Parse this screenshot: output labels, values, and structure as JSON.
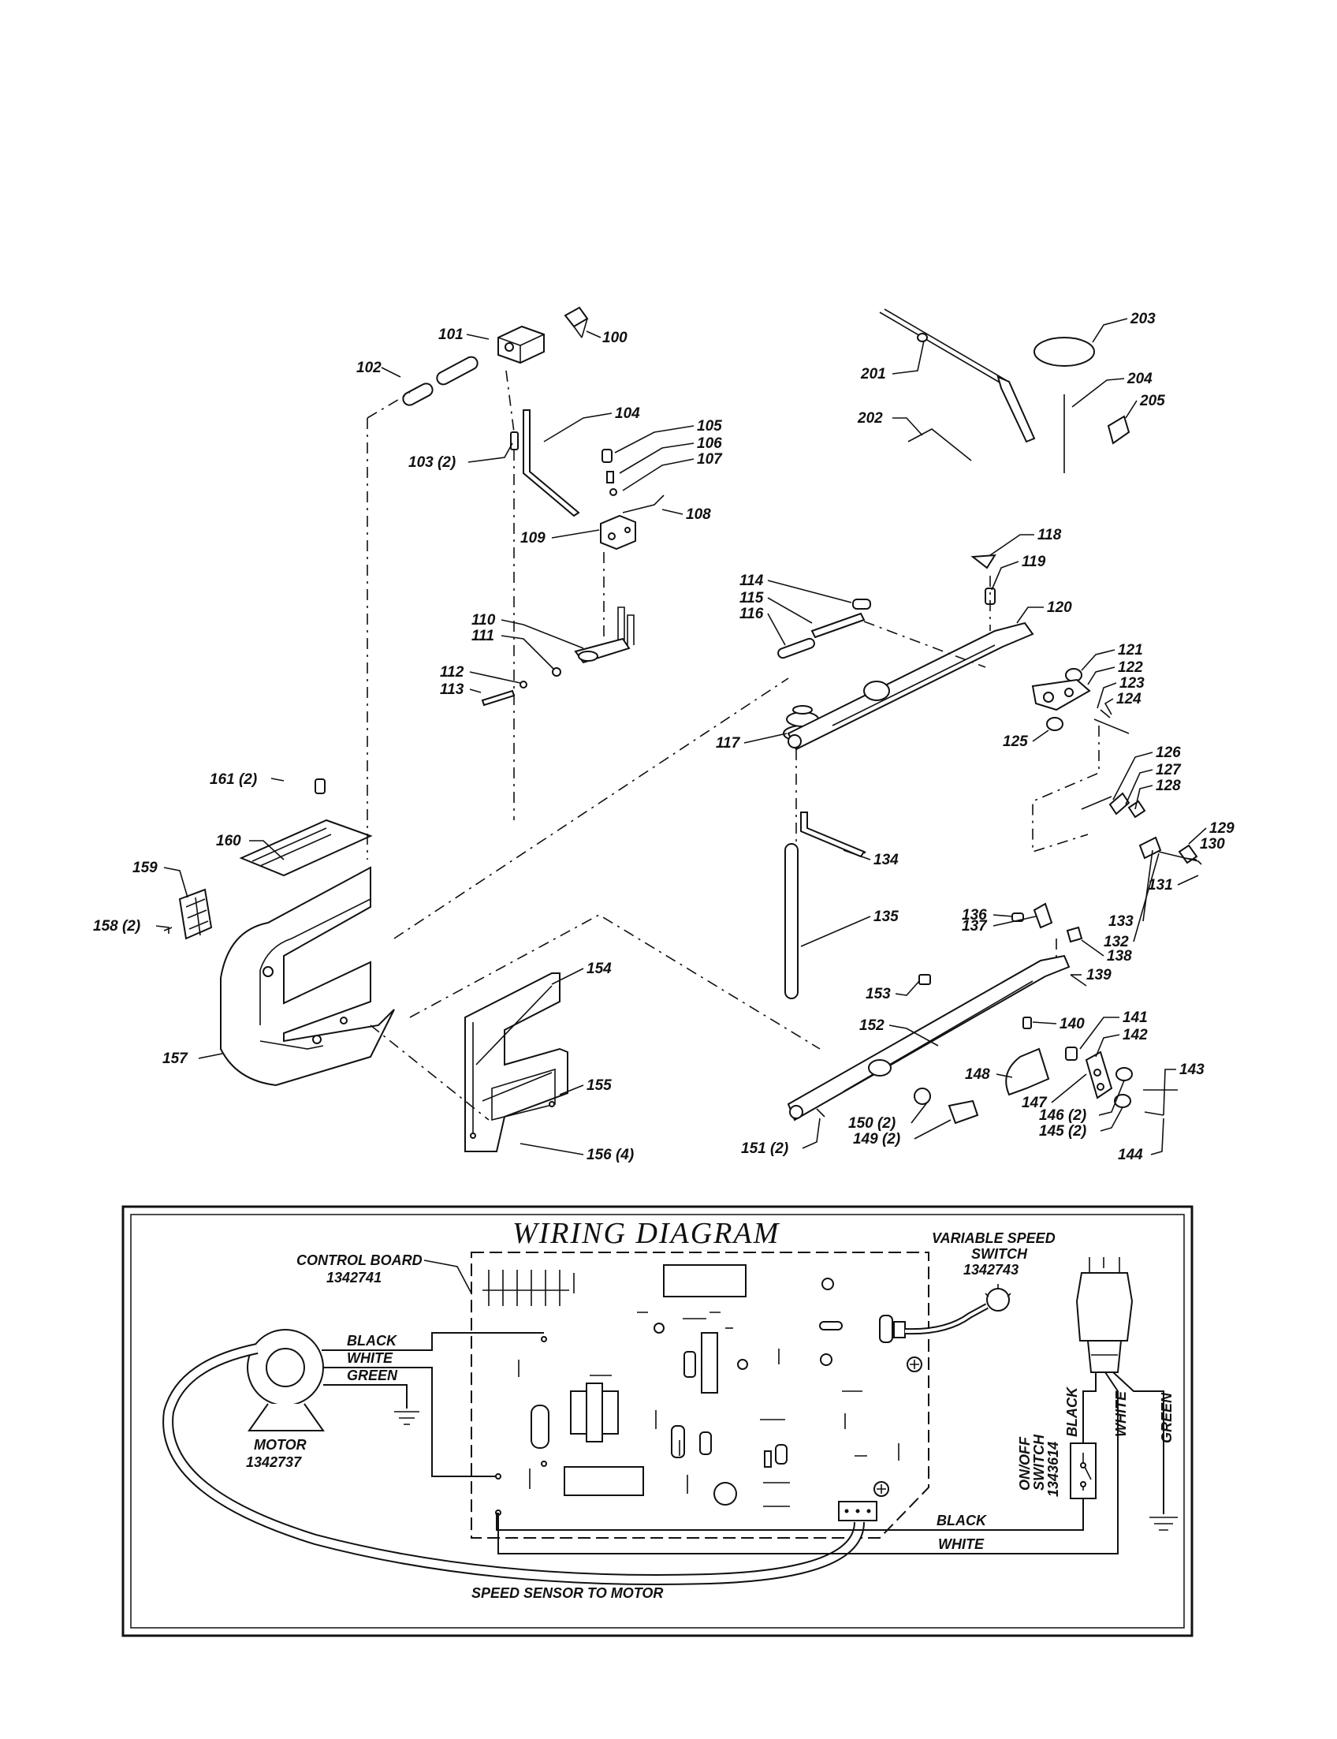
{
  "wiring": {
    "title": "WIRING DIAGRAM",
    "control_board_label": "CONTROL BOARD",
    "control_board_part": "1342741",
    "motor_label": "MOTOR",
    "motor_part": "1342737",
    "speed_switch_label_1": "VARIABLE SPEED",
    "speed_switch_label_2": "SWITCH",
    "speed_switch_part": "1342743",
    "on_off_label_1": "ON/OFF",
    "on_off_label_2": "SWITCH",
    "on_off_part": "1343614",
    "wire_black": "BLACK",
    "wire_white": "WHITE",
    "wire_green": "GREEN",
    "speed_sensor": "SPEED SENSOR TO MOTOR"
  },
  "callouts": [
    {
      "id": "c100",
      "text": "100"
    },
    {
      "id": "c101",
      "text": "101"
    },
    {
      "id": "c102",
      "text": "102"
    },
    {
      "id": "c103",
      "text": "103 (2)"
    },
    {
      "id": "c104",
      "text": "104"
    },
    {
      "id": "c105",
      "text": "105"
    },
    {
      "id": "c106",
      "text": "106"
    },
    {
      "id": "c107",
      "text": "107"
    },
    {
      "id": "c108",
      "text": "108"
    },
    {
      "id": "c109",
      "text": "109"
    },
    {
      "id": "c110",
      "text": "110"
    },
    {
      "id": "c111",
      "text": "111"
    },
    {
      "id": "c112",
      "text": "112"
    },
    {
      "id": "c113",
      "text": "113"
    },
    {
      "id": "c114",
      "text": "114"
    },
    {
      "id": "c115",
      "text": "115"
    },
    {
      "id": "c116",
      "text": "116"
    },
    {
      "id": "c117",
      "text": "117"
    },
    {
      "id": "c118",
      "text": "118"
    },
    {
      "id": "c119",
      "text": "119"
    },
    {
      "id": "c120",
      "text": "120"
    },
    {
      "id": "c121",
      "text": "121"
    },
    {
      "id": "c122",
      "text": "122"
    },
    {
      "id": "c123",
      "text": "123"
    },
    {
      "id": "c124",
      "text": "124"
    },
    {
      "id": "c125",
      "text": "125"
    },
    {
      "id": "c126",
      "text": "126"
    },
    {
      "id": "c127",
      "text": "127"
    },
    {
      "id": "c128",
      "text": "128"
    },
    {
      "id": "c129",
      "text": "129"
    },
    {
      "id": "c130",
      "text": "130"
    },
    {
      "id": "c131",
      "text": "131"
    },
    {
      "id": "c132",
      "text": "132"
    },
    {
      "id": "c133",
      "text": "133"
    },
    {
      "id": "c134",
      "text": "134"
    },
    {
      "id": "c135",
      "text": "135"
    },
    {
      "id": "c136",
      "text": "136"
    },
    {
      "id": "c137",
      "text": "137"
    },
    {
      "id": "c138",
      "text": "138"
    },
    {
      "id": "c139",
      "text": "139"
    },
    {
      "id": "c140",
      "text": "140"
    },
    {
      "id": "c141",
      "text": "141"
    },
    {
      "id": "c142",
      "text": "142"
    },
    {
      "id": "c143",
      "text": "143"
    },
    {
      "id": "c144",
      "text": "144"
    },
    {
      "id": "c145",
      "text": "145 (2)"
    },
    {
      "id": "c146",
      "text": "146 (2)"
    },
    {
      "id": "c147",
      "text": "147"
    },
    {
      "id": "c148",
      "text": "148"
    },
    {
      "id": "c149",
      "text": "149 (2)"
    },
    {
      "id": "c150",
      "text": "150 (2)"
    },
    {
      "id": "c151",
      "text": "151 (2)"
    },
    {
      "id": "c152",
      "text": "152"
    },
    {
      "id": "c153",
      "text": "153"
    },
    {
      "id": "c154",
      "text": "154"
    },
    {
      "id": "c155",
      "text": "155"
    },
    {
      "id": "c156",
      "text": "156 (4)"
    },
    {
      "id": "c157",
      "text": "157"
    },
    {
      "id": "c158",
      "text": "158 (2)"
    },
    {
      "id": "c159",
      "text": "159"
    },
    {
      "id": "c160",
      "text": "160"
    },
    {
      "id": "c161",
      "text": "161 (2)"
    },
    {
      "id": "c201",
      "text": "201"
    },
    {
      "id": "c202",
      "text": "202"
    },
    {
      "id": "c203",
      "text": "203"
    },
    {
      "id": "c204",
      "text": "204"
    },
    {
      "id": "c205",
      "text": "205"
    }
  ]
}
